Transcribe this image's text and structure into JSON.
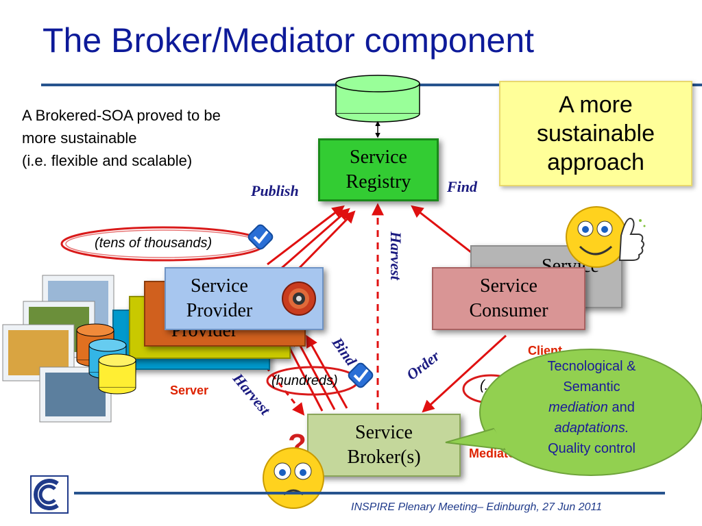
{
  "title": "The Broker/Mediator component",
  "intro": {
    "line1": "A Brokered-SOA proved to be",
    "line2": "more sustainable",
    "line3": "(i.e. flexible and scalable)"
  },
  "callout": {
    "line1": "A more",
    "line2": "sustainable",
    "line3": "approach"
  },
  "nodes": {
    "registry": {
      "line1": "Service",
      "line2": "Registry"
    },
    "provider": {
      "line1": "Service",
      "line2": "Provider"
    },
    "provider_stack": {
      "label": "Provider",
      "label_partial": "ovider"
    },
    "consumer": {
      "line1": "Service",
      "line2": "Consumer"
    },
    "consumer_bg": {
      "label": "Service"
    },
    "broker": {
      "line1": "Service",
      "line2": "Broker(s)"
    }
  },
  "edges": {
    "publish": "Publish",
    "find": "Find",
    "harvest_vertical": "Harvest",
    "bind": "Bind",
    "order": "Order",
    "harvest_lower": "Harvest"
  },
  "counts": {
    "providers": "(tens of thousands)",
    "brokers": "(hundreds)",
    "consumers_partial": "(."
  },
  "roles": {
    "server": "Server",
    "client": "Client",
    "mediator": "Mediato"
  },
  "bubble": {
    "line1": "Tecnological &",
    "line2": "Semantic",
    "line3_em": "mediation",
    "line3_rest": " and",
    "line4_em": "adaptations.",
    "line5": "Quality control"
  },
  "footer": "INSPIRE Plenary Meeting– Edinburgh, 27 Jun 2011",
  "colors": {
    "title": "#0d1a99",
    "arrow": "#e01010",
    "registry": "#33cc33",
    "provider": "#a7c6ef",
    "consumer": "#d99595",
    "broker": "#c4d79b",
    "callout": "#ffff99",
    "bubble": "#92d050"
  },
  "icons": [
    "database-icon",
    "check-icon",
    "gear-icon",
    "smiley-thumbs-up-icon",
    "smiley-worried-icon",
    "photo-stack-icon",
    "cnr-logo-icon"
  ]
}
